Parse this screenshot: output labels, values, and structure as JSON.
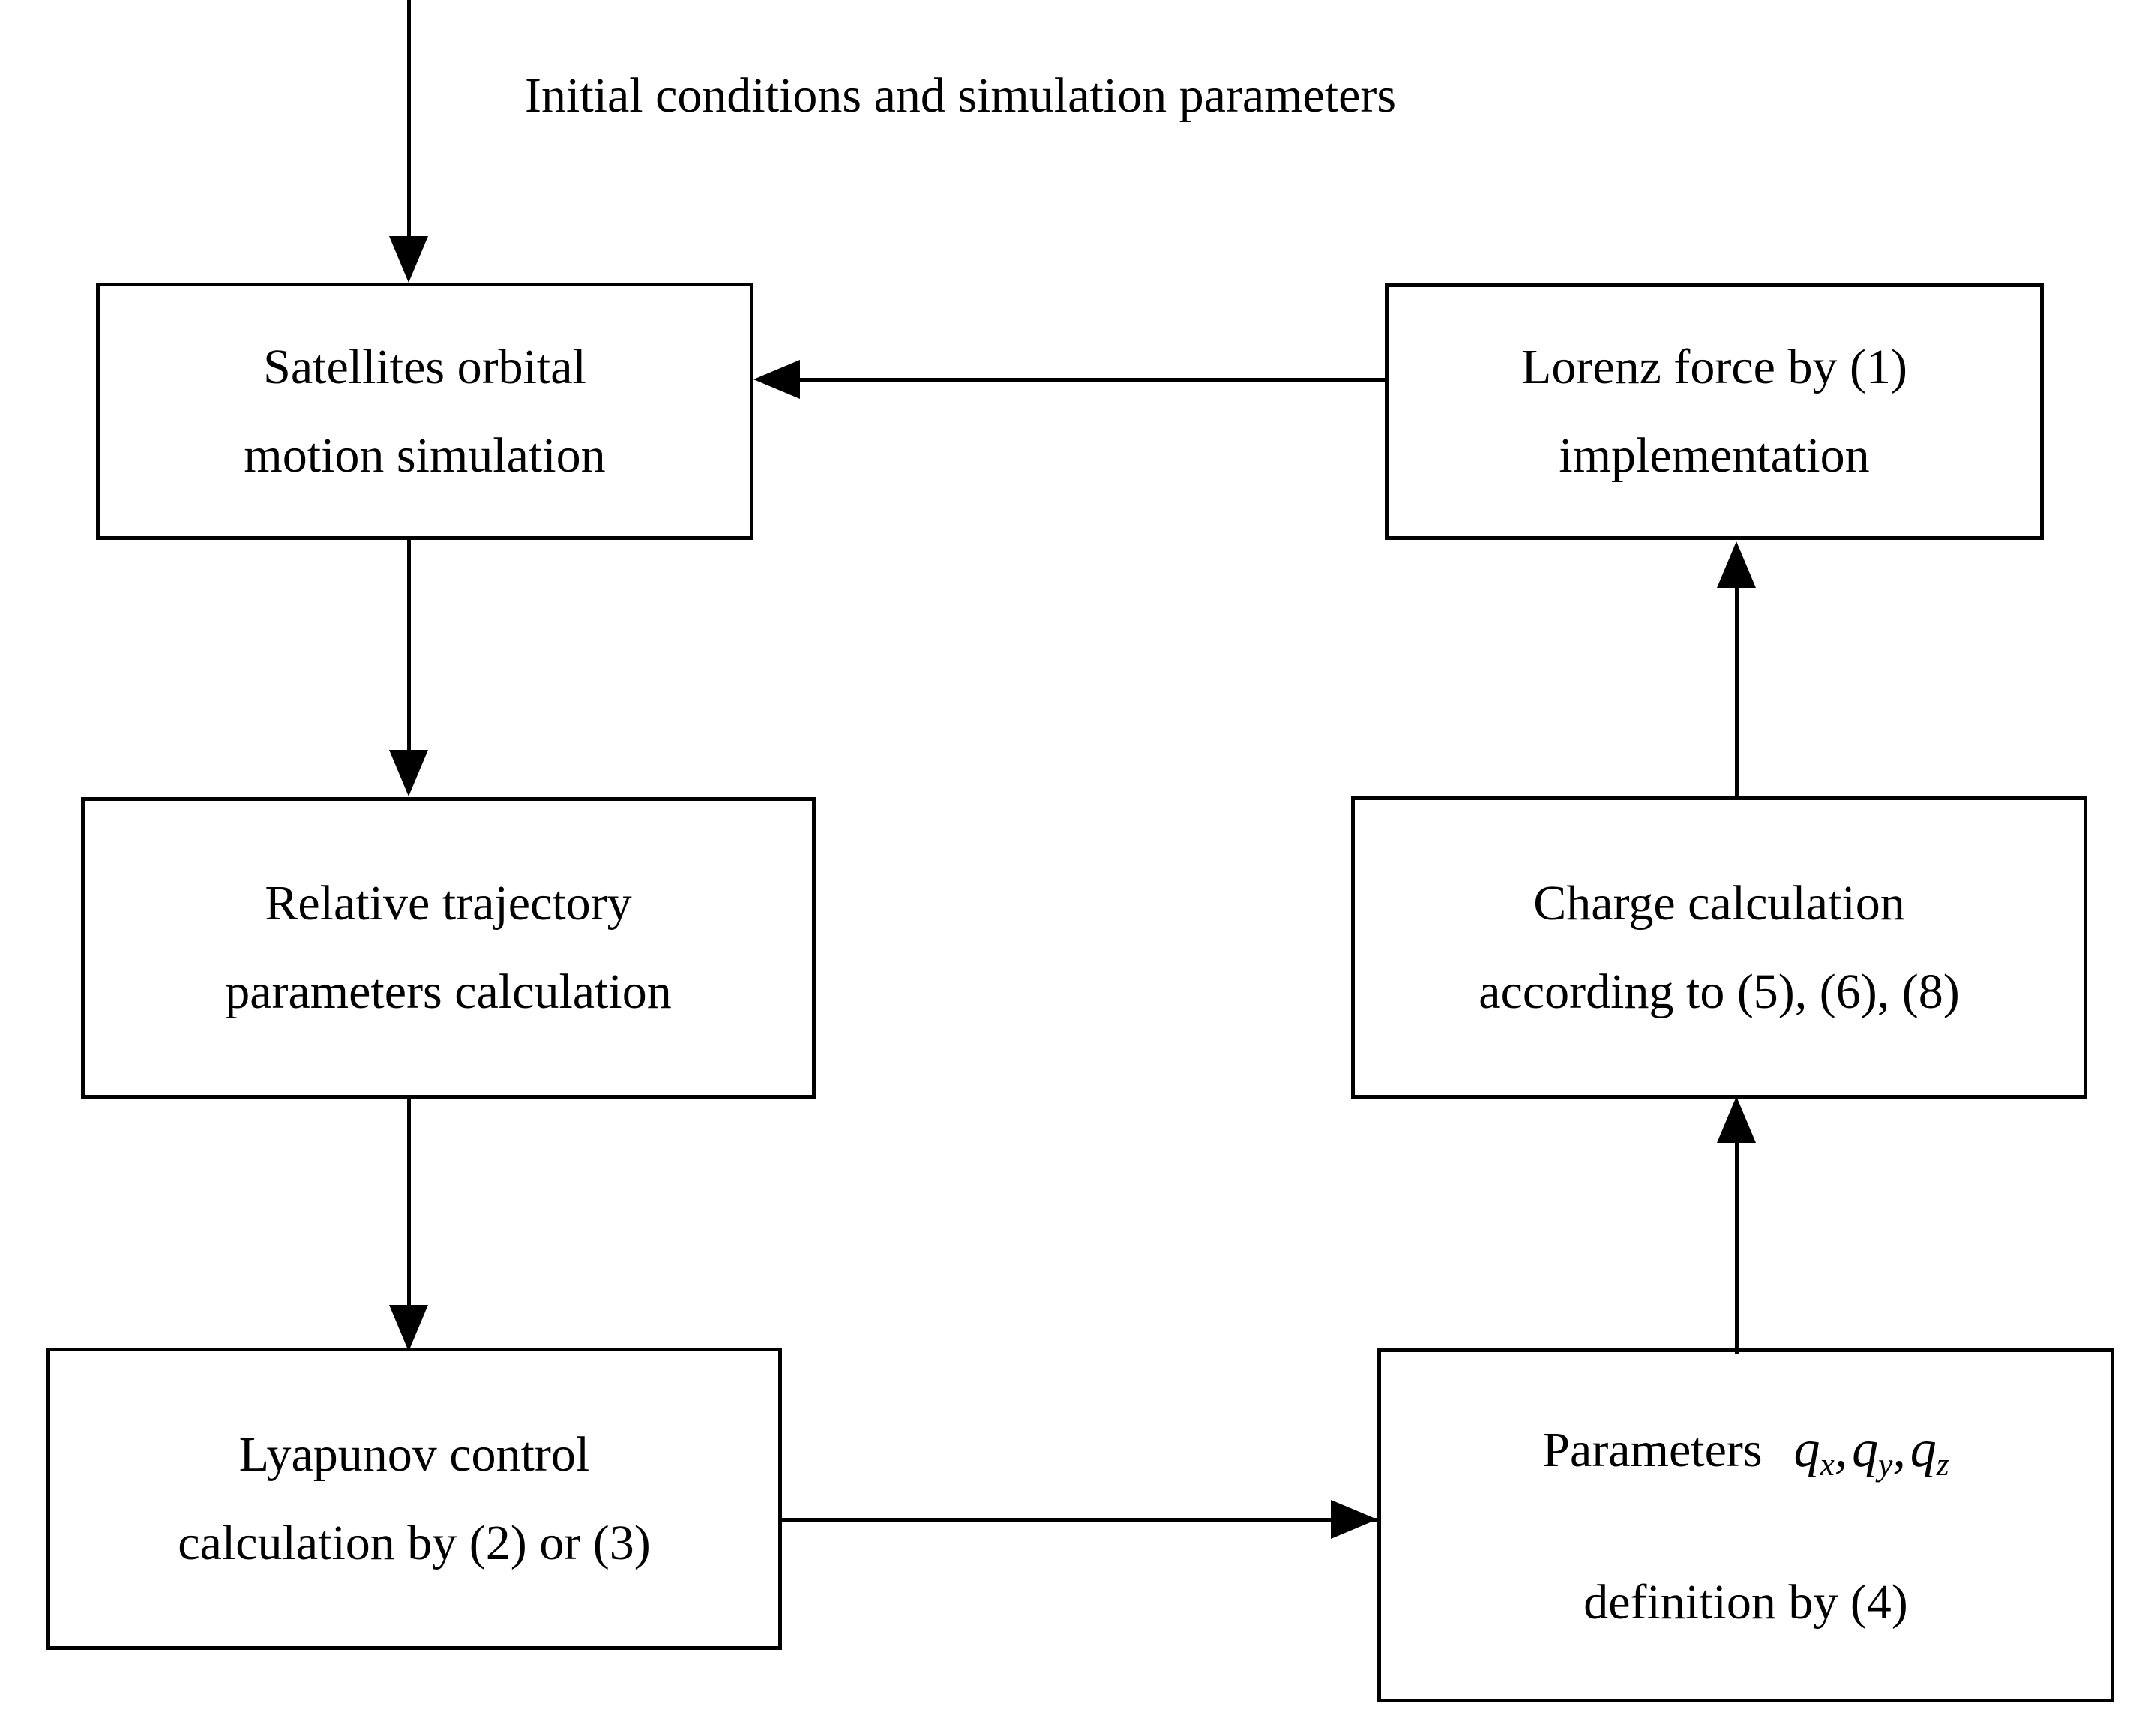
{
  "diagram": {
    "title": "Lorentz-force satellite relative motion control loop flowchart",
    "background_color": "#ffffff",
    "stroke_color": "#000000",
    "annotations": [
      {
        "name": "input-label",
        "line1": "Initial conditions and",
        "line2": "simulation parameters"
      }
    ],
    "nodes": [
      {
        "id": "satellites-orbital-motion-simulation",
        "line1": "Satellites orbital",
        "line2": "motion simulation"
      },
      {
        "id": "lorenz-force-implementation",
        "line1": "Lorenz force by (1)",
        "line2": "implementation"
      },
      {
        "id": "relative-trajectory-parameters-calculation",
        "line1": "Relative trajectory",
        "line2": "parameters calculation"
      },
      {
        "id": "charge-calculation",
        "line1": "Charge calculation",
        "line2": "according to (5), (6), (8)"
      },
      {
        "id": "lyapunov-control-calculation",
        "line1": "Lyapunov control",
        "line2": "calculation by (2) or (3)"
      },
      {
        "id": "parameters-definition",
        "line1_prefix": "Parameters",
        "line1_math": "q x , q y , q z",
        "line1_vars": [
          "q",
          "x",
          "q",
          "y",
          "q",
          "z"
        ],
        "line2": "definition by (4)"
      }
    ],
    "edges": [
      {
        "name": "edge-input-to-satellites",
        "direction": "down"
      },
      {
        "name": "edge-satellites-to-relative-trajectory",
        "direction": "down"
      },
      {
        "name": "edge-relative-trajectory-to-lyapunov",
        "direction": "down"
      },
      {
        "name": "edge-lyapunov-to-parameters",
        "direction": "right"
      },
      {
        "name": "edge-parameters-to-charge",
        "direction": "up"
      },
      {
        "name": "edge-charge-to-lorenz",
        "direction": "up"
      },
      {
        "name": "edge-lorenz-to-satellites",
        "direction": "left"
      }
    ]
  }
}
